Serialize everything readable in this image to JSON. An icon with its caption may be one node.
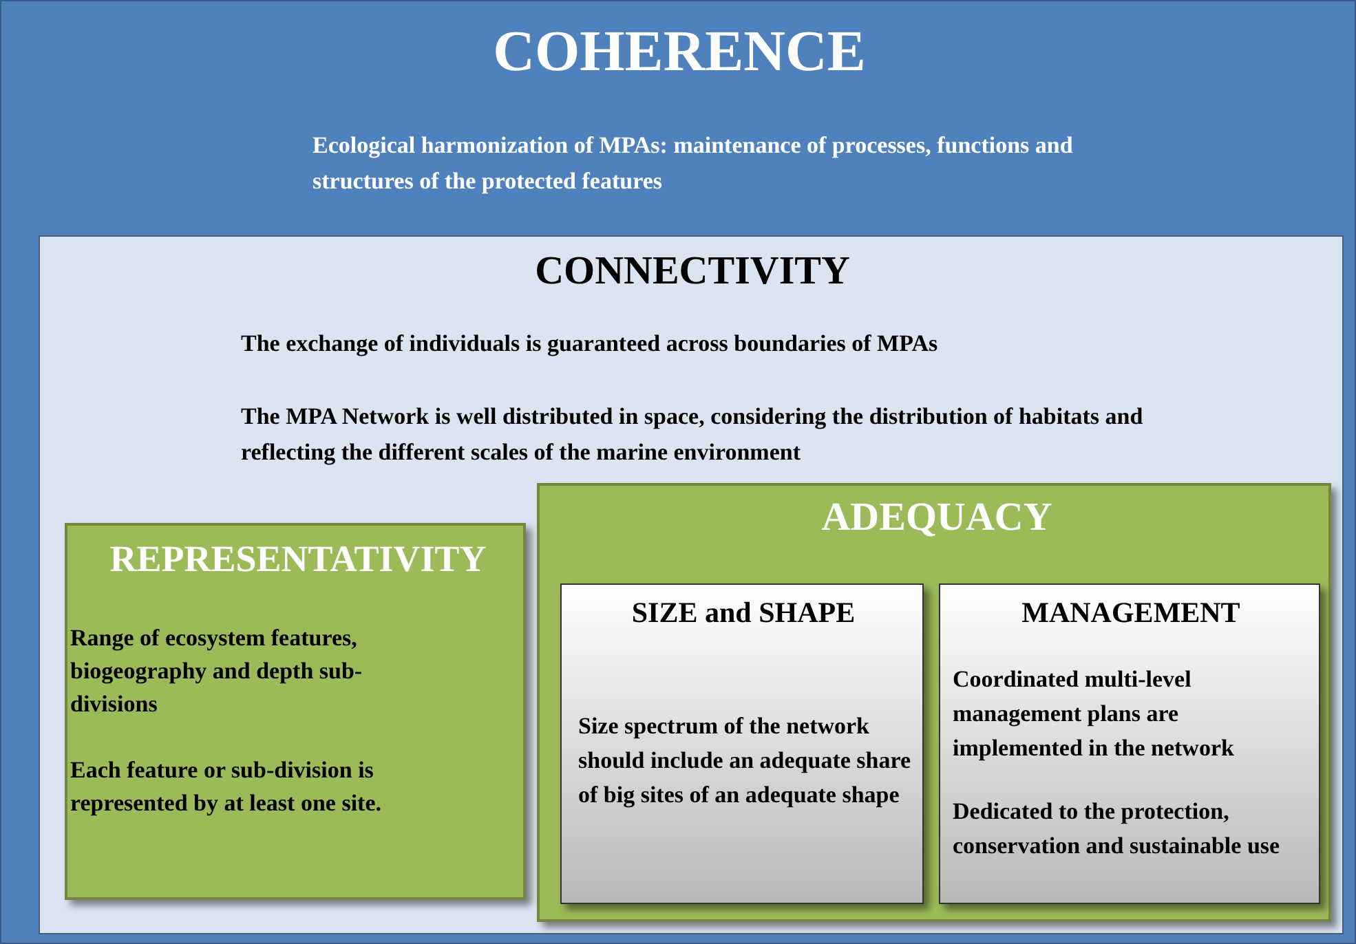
{
  "diagram": {
    "nodes": [
      {
        "text": [
          "COHERENCE",
          "Ecological harmonization of MPAs: maintenance of processes, functions and structures of the protected features"
        ]
      },
      {
        "text": [
          "CONNECTIVITY",
          "The exchange of individuals is guaranteed across boundaries of MPAs",
          "The MPA Network is well distributed in space, considering the distribution of habitats and reflecting the different scales of the marine environment"
        ],
        "in": 0
      },
      {
        "text": [
          "REPRESENTATIVITY",
          "Range of ecosystem features, biogeography and depth sub-divisions",
          "Each feature or sub-division is represented by at least one site."
        ],
        "in": 1
      },
      {
        "text": [
          "ADEQUACY"
        ],
        "in": 1
      },
      {
        "text": [
          "SIZE and SHAPE",
          "Size spectrum of the network should include an adequate share of big sites of an adequate shape"
        ],
        "in": 3
      },
      {
        "text": [
          "MANAGEMENT",
          "Coordinated multi-level management plans are implemented in the network",
          "Dedicated to the protection, conservation and sustainable use"
        ],
        "in": 3
      }
    ],
    "edges": []
  }
}
